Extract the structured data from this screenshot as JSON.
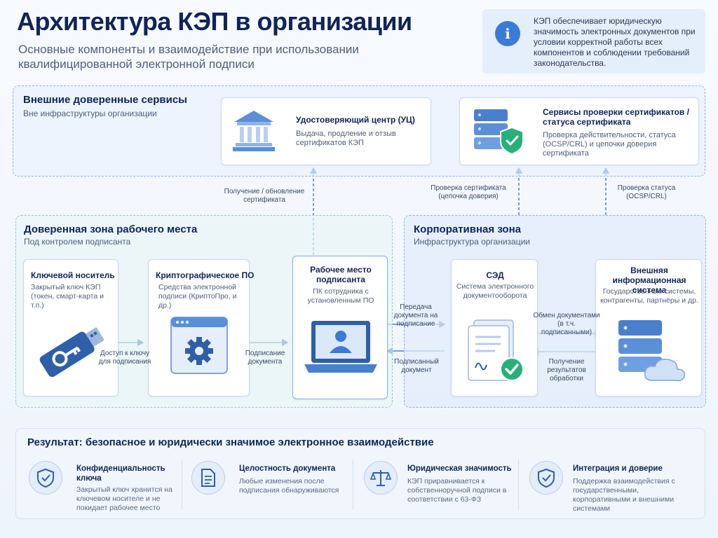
{
  "header": {
    "title": "Архитектура КЭП в организации",
    "subtitle": "Основные компоненты и взаимодействие при использовании квалифицированной электронной подписи",
    "note": "КЭП обеспечивает юридическую значимость электронных документов при условии корректной работы всех компонентов и соблюдении требований законодательства.",
    "note_icon": "i"
  },
  "external": {
    "title": "Внешние доверенные сервисы",
    "subtitle": "Вне инфраструктуры организации",
    "ca": {
      "title": "Удостоверяющий центр (УЦ)",
      "text": "Выдача, продление и отзыв сертификатов КЭП",
      "icon": "bank-building-icon"
    },
    "validation": {
      "title": "Сервисы проверки сертификатов / статуса сертификата",
      "text": "Проверка действительности, статуса (OCSP/CRL) и цепочки доверия сертификата",
      "icon": "server-shield-icon"
    }
  },
  "flows": {
    "get_cert": "Получение / обновление сертификата",
    "check_cert": "Проверка сертификата (цепочка доверия)",
    "check_status": "Проверка статуса (OCSP/CRL)",
    "key_access": "Доступ к ключу для подписания",
    "signing": "Подписание документа",
    "send_to_sign": "Передача документа на подписание",
    "signed_doc": "Подписанный документ",
    "exchange": "Обмен документами (в т.ч. подписанными)",
    "results": "Получение результатов обработки"
  },
  "trusted": {
    "title": "Доверенная зона рабочего места",
    "subtitle": "Под контролем подписанта",
    "key": {
      "title": "Ключевой носитель",
      "text": "Закрытый ключ КЭП (токен, смарт-карта и т.п.)",
      "icon": "usb-key-icon"
    },
    "crypto": {
      "title": "Криптографическое ПО",
      "text": "Средства электронной подписи (КриптоПро, и др.)",
      "icon": "gear-window-icon"
    },
    "workstation": {
      "title": "Рабочее место подписанта",
      "text": "ПК сотрудника с установленным ПО",
      "icon": "laptop-user-icon"
    }
  },
  "corporate": {
    "title": "Корпоративная зона",
    "subtitle": "Инфраструктура организации",
    "sed": {
      "title": "СЭД",
      "text": "Система электронного документооборота",
      "icon": "signed-document-icon"
    },
    "ext_is": {
      "title": "Внешняя информационная система",
      "text": "Государственные системы, контрагенты, партнёры и др.",
      "icon": "server-cloud-icon"
    }
  },
  "result": {
    "title": "Результат: безопасное и юридически значимое электронное взаимодействие",
    "items": [
      {
        "title": "Конфиденциальность ключа",
        "text": "Закрытый ключ хранится на ключевом носителе и не покидает рабочее место",
        "icon": "shield-check-icon"
      },
      {
        "title": "Целостность документа",
        "text": "Любые изменения после подписания обнаруживаются",
        "icon": "document-icon"
      },
      {
        "title": "Юридическая значимость",
        "text": "КЭП приравнивается к собственноручной подписи в соответствии с 63-ФЗ",
        "icon": "scales-icon"
      },
      {
        "title": "Интеграция и доверие",
        "text": "Поддержка взаимодействия с государственными, корпоративными и внешними системами",
        "icon": "shield-check-icon"
      }
    ]
  },
  "colors": {
    "navy": "#0f2458",
    "accent": "#3a7bd5",
    "green": "#27b07a",
    "flow": "#2f6fbf"
  }
}
